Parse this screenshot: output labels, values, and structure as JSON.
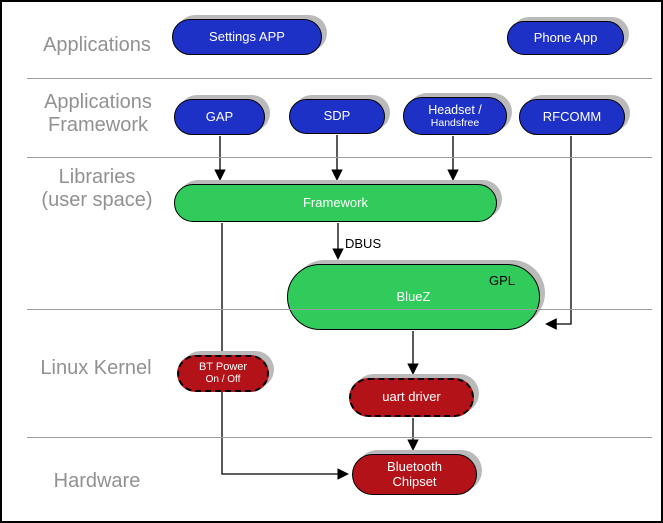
{
  "title": "Bluetooth software stack diagram",
  "colors": {
    "node_blue": "#1e31c6",
    "node_green": "#31cb5b",
    "node_red": "#b31318",
    "layer_label_gray": "#919191",
    "divider_gray": "#9c9c9c",
    "shadow_gray": "#bababa",
    "edge_black": "#000000"
  },
  "layers": [
    {
      "name": "applications",
      "lines": [
        "Applications"
      ]
    },
    {
      "name": "applications-framework",
      "lines": [
        "Applications",
        "Framework"
      ]
    },
    {
      "name": "libraries-user-space",
      "lines": [
        "Libraries",
        "(user space)"
      ]
    },
    {
      "name": "linux-kernel",
      "lines": [
        "Linux Kernel"
      ]
    },
    {
      "name": "hardware",
      "lines": [
        "Hardware"
      ]
    }
  ],
  "nodes": {
    "settings_app": {
      "label": "Settings APP",
      "color": "blue",
      "layer": "applications"
    },
    "phone_app": {
      "label": "Phone App",
      "color": "blue",
      "layer": "applications"
    },
    "gap": {
      "label": "GAP",
      "color": "blue",
      "layer": "applications-framework"
    },
    "sdp": {
      "label": "SDP",
      "color": "blue",
      "layer": "applications-framework"
    },
    "headset": {
      "lines": [
        "Headset /",
        "Handsfree"
      ],
      "color": "blue",
      "layer": "applications-framework"
    },
    "rfcomm": {
      "label": "RFCOMM",
      "color": "blue",
      "layer": "applications-framework"
    },
    "framework": {
      "label": "Framework",
      "color": "green",
      "layer": "libraries-user-space"
    },
    "bluez": {
      "label": "BlueZ",
      "badge": "GPL",
      "color": "green",
      "layer": "libraries-user-space"
    },
    "bt_power": {
      "lines": [
        "BT Power",
        "On / Off"
      ],
      "color": "red",
      "border": "dashed",
      "layer": "linux-kernel"
    },
    "uart_driver": {
      "label": "uart driver",
      "color": "red",
      "border": "dashed",
      "layer": "linux-kernel"
    },
    "bt_chipset": {
      "lines": [
        "Bluetooth",
        "Chipset"
      ],
      "color": "red",
      "border": "solid",
      "layer": "hardware"
    }
  },
  "edge_labels": {
    "dbus": "DBUS"
  },
  "connections": [
    {
      "from": "GAP",
      "to": "Framework"
    },
    {
      "from": "SDP",
      "to": "Framework"
    },
    {
      "from": "Headset / Handsfree",
      "to": "Framework"
    },
    {
      "from": "Framework",
      "to": "BlueZ",
      "label": "DBUS"
    },
    {
      "from": "RFCOMM",
      "to": "BlueZ"
    },
    {
      "from": "BlueZ",
      "to": "uart driver"
    },
    {
      "from": "uart driver",
      "to": "Bluetooth Chipset"
    },
    {
      "from": "Framework",
      "to": "Bluetooth Chipset",
      "via": "BT Power On / Off"
    }
  ]
}
